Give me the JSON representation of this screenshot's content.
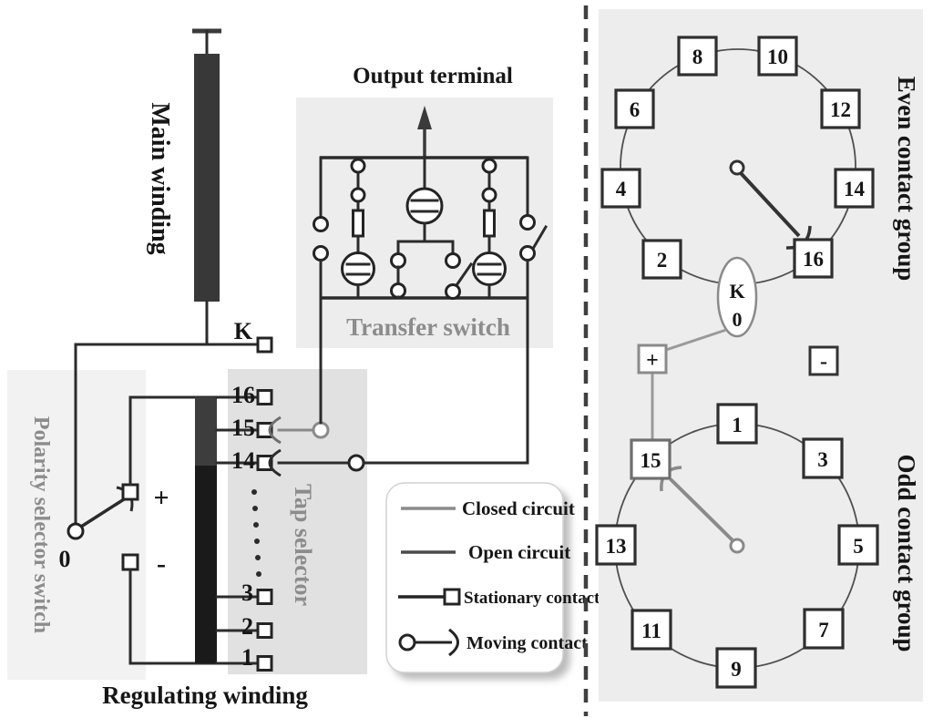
{
  "left_panel": {
    "main_winding_label": "Main winding",
    "output_terminal_label": "Output terminal",
    "transfer_switch_label": "Transfer switch",
    "k_terminal_label": "K",
    "tap_selector_label": "Tap selector",
    "polarity_selector_label": "Polarity selector switch",
    "polarity_zero_label": "0",
    "polarity_plus_label": "+",
    "polarity_minus_label": "-",
    "regulating_winding_label": "Regulating winding",
    "tap_labels": [
      "16",
      "15",
      "14",
      "3",
      "2",
      "1"
    ]
  },
  "legend": {
    "items": [
      {
        "label": "Closed circuit"
      },
      {
        "label": "Open circuit"
      },
      {
        "label": "Stationary contact"
      },
      {
        "label": "Moving contact"
      }
    ]
  },
  "right_panel": {
    "even_group": {
      "label": "Even contact group",
      "contacts": [
        "8",
        "10",
        "6",
        "12",
        "4",
        "14",
        "2",
        "16"
      ],
      "selector_k": "K",
      "selector_zero": "0"
    },
    "odd_group": {
      "label": "Odd contact group",
      "contacts": [
        "1",
        "3",
        "5",
        "7",
        "9",
        "11",
        "13",
        "15"
      ]
    },
    "plus_label": "+",
    "minus_label": "-"
  },
  "colors": {
    "line_dark": "#2b2b2b",
    "closed_circuit_gray": "#8a8a8a",
    "open_circuit_dark": "#4a4a4a",
    "panel_gray": "#ededed",
    "tap_box_gray": "#e1e1e1",
    "polarity_box_gray": "#f2f2f2",
    "winding_dark_gray": "#3d3d3d",
    "winding_black": "#1a1a1a",
    "label_gray": "#8c8c8c"
  }
}
